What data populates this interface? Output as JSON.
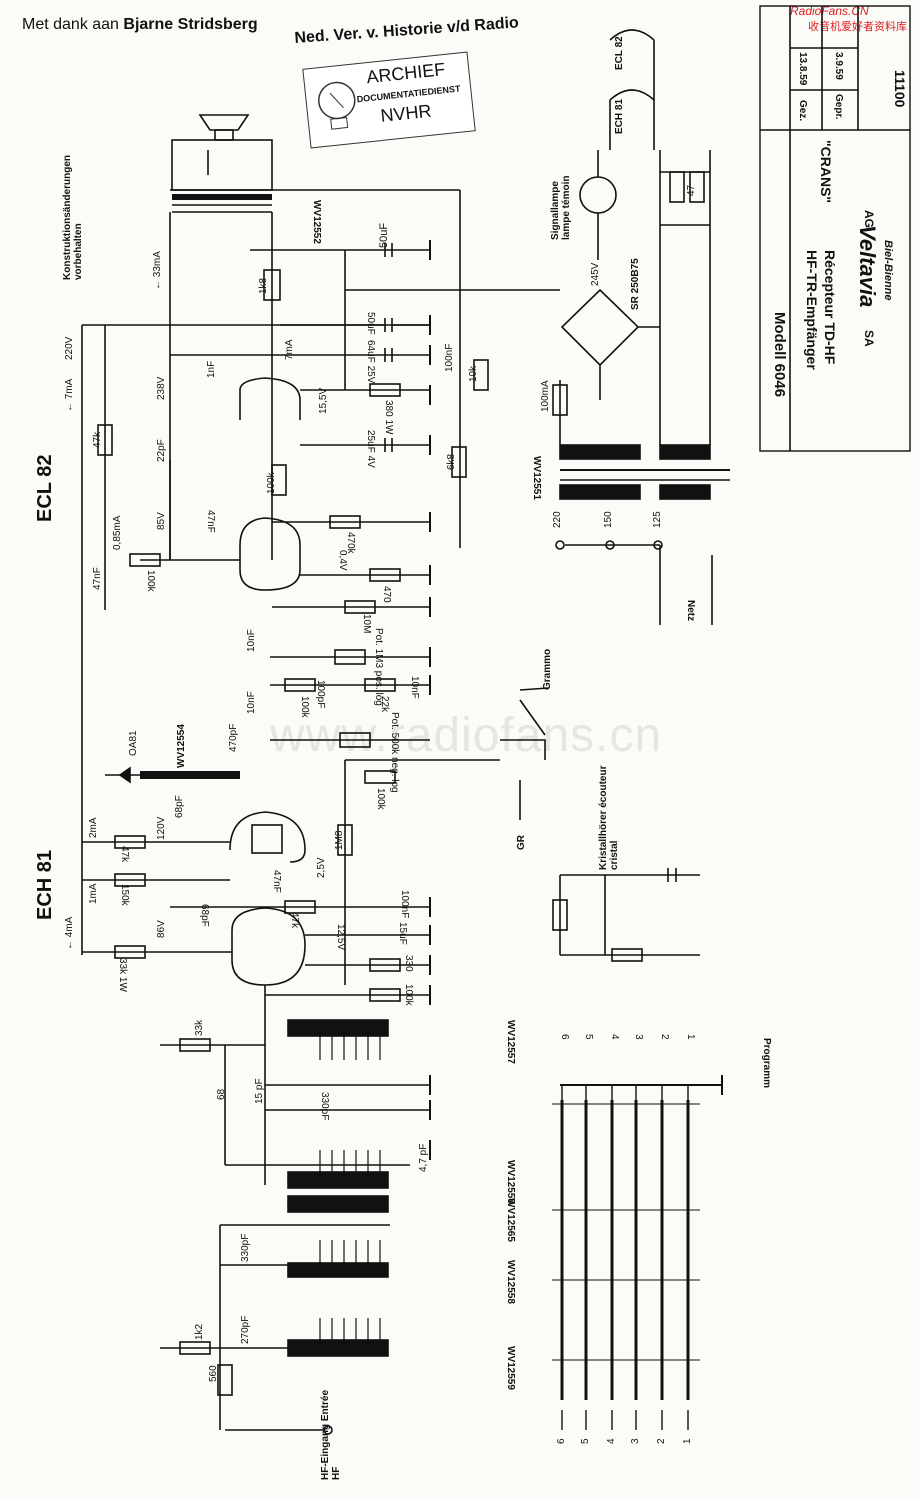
{
  "header": {
    "thanks_prefix": "Met dank aan ",
    "thanks_name": "Bjarne Stridsberg",
    "society": "Ned. Ver. v. Historie v/d Radio"
  },
  "watermark": {
    "site": "RadioFans.CN",
    "sub": "收音机爱好者资料库",
    "center": "www.radiofans.cn"
  },
  "stamp": {
    "line1": "ARCHIEF",
    "line2": "DOCUMENTATIEDIENST",
    "line3": "NVHR"
  },
  "title_block": {
    "modell": "Modell 6046",
    "name": "HF-TR-Empfänger",
    "name_fr": "Récepteur TD-HF",
    "series": "\"CRANS\"",
    "brand": "Veltavia",
    "brand_suffix": "AG",
    "sa": "SA",
    "location": "Biel-Bienne",
    "gez_label": "Gez.",
    "gez_date": "13.8.59",
    "gepr_label": "Gepr.",
    "gepr_date": "3.9.59",
    "number": "11100"
  },
  "tubes": {
    "ecl": "ECL 82",
    "ech": "ECH 81"
  },
  "notes": {
    "konstruktion": "Konstruktionsänderungen vorbehalten",
    "signallampe": "Signallampe lampe témoin",
    "kristall": "Kristallhörer écouteur cristal",
    "grammo": "Grammo",
    "gr": "GR",
    "netz": "Netz",
    "hf_eingang": "HF-Eingang Entrée HF",
    "programm": "Programm",
    "rectifier": "SR 250B75"
  },
  "labels": {
    "wv12552": "WV12552",
    "wv12551": "WV12551",
    "wv12554": "WV12554",
    "wv12557": "WV12557",
    "wv12558a": "WV12558",
    "wv12565": "WV12565",
    "wv12558b": "WV12558",
    "wv12559": "WV12559",
    "c50uF": "50uF",
    "c50uF2": "50uF",
    "c64uF": "64uF 25V",
    "c100nF": "100nF",
    "c1nF": "1nF",
    "c25uF": "25uF 4V",
    "c22pF": "22pF",
    "c47nF": "47nF",
    "c47nF2": "47nF",
    "c10nF": "10nF",
    "c10nF2": "10nF",
    "c10nF3": "10nF",
    "c100pF": "100pF",
    "c470pF": "470pF",
    "c68pF": "68pF",
    "c47nF3": "47nF",
    "c68pF2": "68pF",
    "c100nF2": "100nF",
    "c15uF": "15uF",
    "c68": "68",
    "c15pF": "15 pF",
    "c330pF": "330pF",
    "c47pF": "4,7 pF",
    "c330pF2": "330pF",
    "c270pF": "270pF",
    "r1k8": "1k8",
    "r380": "380 1W",
    "r10k": "10k",
    "r6k8": "6k8",
    "r100k": "100k",
    "r47k": "47k",
    "r470k": "470k",
    "r100k2": "100k",
    "r470": "470",
    "r10M": "10M",
    "pot1": "Pot. 1M3 pos. log",
    "r100k3": "100k",
    "r22k": "22k",
    "pot2": "Pot. 500k neg. log",
    "r100k4": "100k",
    "r1M8": "1M8",
    "r47k2": "47k",
    "r150k": "150k",
    "r47k3": "47k",
    "r33k": "33k 1W",
    "r330": "330",
    "r100k5": "100k",
    "r33k2": "33k",
    "r1k2": "1k2",
    "r560": "560",
    "r47": "47",
    "r100mA": "100mA",
    "v220": "220V",
    "v238": "238V",
    "v85": "85V",
    "v15_5": "15,5V",
    "v0_4": "0,4V",
    "v245": "245V",
    "v120": "120V",
    "v86": "86V",
    "v2_5": "2,5V",
    "v12_5": "12,5V",
    "i33mA": "← 33mA",
    "i7mA": "7mA",
    "i7mA2": "← 7mA",
    "i085mA": "0,85mA",
    "i2mA": "2mA",
    "i1mA": "1mA",
    "i4mA": "← 4mA",
    "t220": "220",
    "t150": "150",
    "t125": "125",
    "oa81": "OA81"
  },
  "prog": [
    "1",
    "2",
    "3",
    "4",
    "5",
    "6"
  ]
}
